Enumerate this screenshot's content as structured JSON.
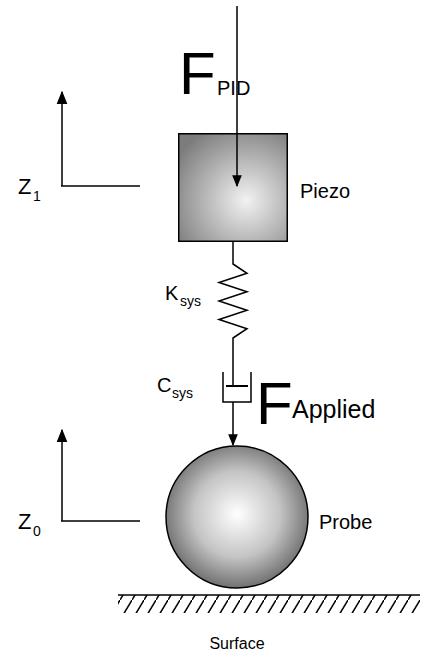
{
  "diagram": {
    "nodes": [
      {
        "text": [
          "Piezo"
        ]
      },
      {
        "text": [
          "Probe"
        ]
      }
    ],
    "edges": [
      {
        "from": 0,
        "to": 1,
        "arrow": "to"
      }
    ],
    "labels": [
      "F",
      "PID",
      "F",
      "Applied",
      "Z",
      "1",
      "Z",
      "0",
      "K",
      "sys",
      "C",
      "sys",
      "Surface"
    ]
  }
}
